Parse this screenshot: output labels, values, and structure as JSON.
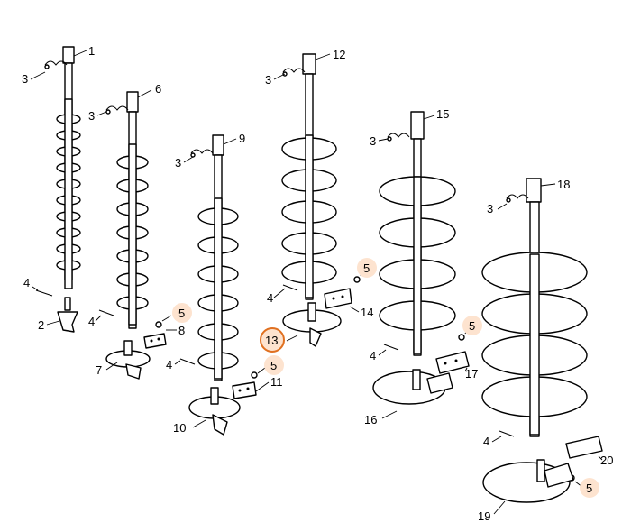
{
  "colors": {
    "highlight_fill": "#fde3cf",
    "selected_ring": "#e07020",
    "line": "#000000",
    "background": "#ffffff"
  },
  "callouts": {
    "c1": "1",
    "c2": "2",
    "c3a": "3",
    "c3b": "3",
    "c3c": "3",
    "c3d": "3",
    "c3e": "3",
    "c3f": "3",
    "c4a": "4",
    "c4b": "4",
    "c4c": "4",
    "c4d": "4",
    "c4e": "4",
    "c4f": "4",
    "c5a": "5",
    "c5b": "5",
    "c5c": "5",
    "c5d": "5",
    "c5e": "5",
    "c6": "6",
    "c7": "7",
    "c8": "8",
    "c9": "9",
    "c10": "10",
    "c11": "11",
    "c12": "12",
    "c13": "13",
    "c14": "14",
    "c15": "15",
    "c16": "16",
    "c17": "17",
    "c18": "18",
    "c19": "19",
    "c20": "20"
  },
  "selected_callout": "13",
  "highlighted_callout": "5"
}
